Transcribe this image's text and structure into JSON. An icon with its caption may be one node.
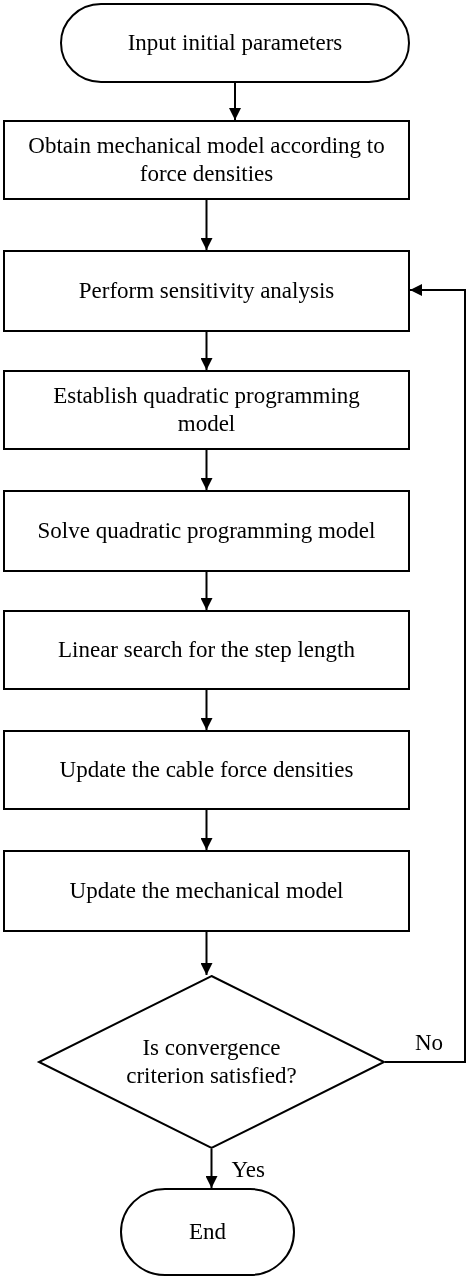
{
  "diagram": {
    "nodes": [
      {
        "text": [
          "Input initial parameters"
        ]
      },
      {
        "text": [
          "Obtain mechanical model according to force densities"
        ]
      },
      {
        "text": [
          "Perform sensitivity analysis"
        ]
      },
      {
        "text": [
          "Establish quadratic programming model"
        ]
      },
      {
        "text": [
          "Solve quadratic programming model"
        ]
      },
      {
        "text": [
          "Linear search for the step length"
        ]
      },
      {
        "text": [
          "Update the cable force densities"
        ]
      },
      {
        "text": [
          "Update the mechanical model"
        ]
      },
      {
        "text": [
          "Is convergence criterion satisfied?"
        ]
      },
      {
        "text": [
          "End"
        ]
      }
    ],
    "edges": [
      {
        "from": 0,
        "to": 1,
        "arrow": "to"
      },
      {
        "from": 1,
        "to": 2,
        "arrow": "to"
      },
      {
        "from": 2,
        "to": 3,
        "arrow": "to"
      },
      {
        "from": 3,
        "to": 4,
        "arrow": "to"
      },
      {
        "from": 4,
        "to": 5,
        "arrow": "to"
      },
      {
        "from": 5,
        "to": 6,
        "arrow": "to"
      },
      {
        "from": 6,
        "to": 7,
        "arrow": "to"
      },
      {
        "from": 7,
        "to": 8,
        "arrow": "to"
      },
      {
        "from": 8,
        "to": 9,
        "arrow": "to",
        "label": "Yes"
      },
      {
        "from": 8,
        "to": 2,
        "arrow": "to",
        "label": "No"
      }
    ]
  }
}
